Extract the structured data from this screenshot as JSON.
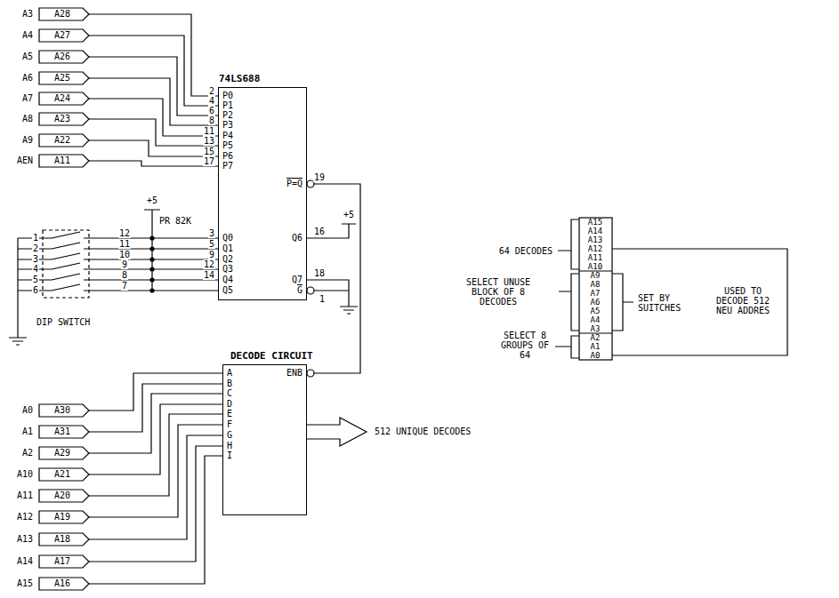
{
  "diagram": {
    "nodes": [
      {
        "text": [
          "A28"
        ]
      },
      {
        "text": [
          "A27"
        ]
      },
      {
        "text": [
          "A26"
        ]
      },
      {
        "text": [
          "A25"
        ]
      },
      {
        "text": [
          "A24"
        ]
      },
      {
        "text": [
          "A23"
        ]
      },
      {
        "text": [
          "A22"
        ]
      },
      {
        "text": [
          "A11"
        ]
      },
      {
        "text": [
          "74LS688"
        ]
      },
      {
        "text": [
          "DECODE CIRCUIT"
        ]
      },
      {
        "text": [
          "A30"
        ]
      },
      {
        "text": [
          "A31"
        ]
      },
      {
        "text": [
          "A29"
        ]
      },
      {
        "text": [
          "A21"
        ]
      },
      {
        "text": [
          "A20"
        ]
      },
      {
        "text": [
          "A19"
        ]
      },
      {
        "text": [
          "A18"
        ]
      },
      {
        "text": [
          "A17"
        ]
      },
      {
        "text": [
          "A16"
        ]
      }
    ],
    "edges": [
      {
        "from": 0,
        "to": 8,
        "arrow": "none"
      },
      {
        "from": 1,
        "to": 8,
        "arrow": "none"
      },
      {
        "from": 2,
        "to": 8,
        "arrow": "none"
      },
      {
        "from": 3,
        "to": 8,
        "arrow": "none"
      },
      {
        "from": 4,
        "to": 8,
        "arrow": "none"
      },
      {
        "from": 5,
        "to": 8,
        "arrow": "none"
      },
      {
        "from": 6,
        "to": 8,
        "arrow": "none"
      },
      {
        "from": 7,
        "to": 8,
        "arrow": "none"
      },
      {
        "from": 8,
        "to": 9,
        "arrow": "none"
      },
      {
        "from": 10,
        "to": 9,
        "arrow": "none"
      },
      {
        "from": 11,
        "to": 9,
        "arrow": "none"
      },
      {
        "from": 12,
        "to": 9,
        "arrow": "none"
      },
      {
        "from": 13,
        "to": 9,
        "arrow": "none"
      },
      {
        "from": 14,
        "to": 9,
        "arrow": "none"
      },
      {
        "from": 15,
        "to": 9,
        "arrow": "none"
      },
      {
        "from": 16,
        "to": 9,
        "arrow": "none"
      },
      {
        "from": 17,
        "to": 9,
        "arrow": "none"
      },
      {
        "from": 18,
        "to": 9,
        "arrow": "none"
      }
    ],
    "labels": [
      "A3",
      "A4",
      "A5",
      "A6",
      "A7",
      "A8",
      "A9",
      "AEN",
      "A0",
      "A1",
      "A2",
      "A10",
      "A11",
      "A12",
      "A13",
      "A14",
      "A15",
      "2",
      "4",
      "6",
      "8",
      "11",
      "13",
      "15",
      "17",
      "P0",
      "P1",
      "P2",
      "P3",
      "P4",
      "P5",
      "P6",
      "P7",
      "3",
      "5",
      "9",
      "12",
      "14",
      "Q0",
      "Q1",
      "Q2",
      "Q3",
      "Q4",
      "Q5",
      "P=Q",
      "Q6",
      "Q7",
      "G",
      "19",
      "16",
      "18",
      "1",
      "+5",
      "+5",
      "PR 82K",
      "1",
      "2",
      "3",
      "4",
      "5",
      "6",
      "12",
      "11",
      "10",
      "9",
      "8",
      "7",
      "DIP SWITCH",
      "A",
      "B",
      "C",
      "D",
      "E",
      "F",
      "G",
      "H",
      "I",
      "ENB",
      "512 UNIQUE DECODES",
      "A15",
      "A14",
      "A13",
      "A12",
      "A11",
      "A10",
      "A9",
      "A8",
      "A7",
      "A6",
      "A5",
      "A4",
      "A3",
      "A2",
      "A1",
      "A0",
      "64 DECODES",
      "SELECT UNUSE BLOCK OF 8 DECODES",
      "SET BY SUITCHES",
      "USED TO DECODE 512 NEU ADDRES",
      "SELECT 8 GROUPS OF 64"
    ]
  }
}
